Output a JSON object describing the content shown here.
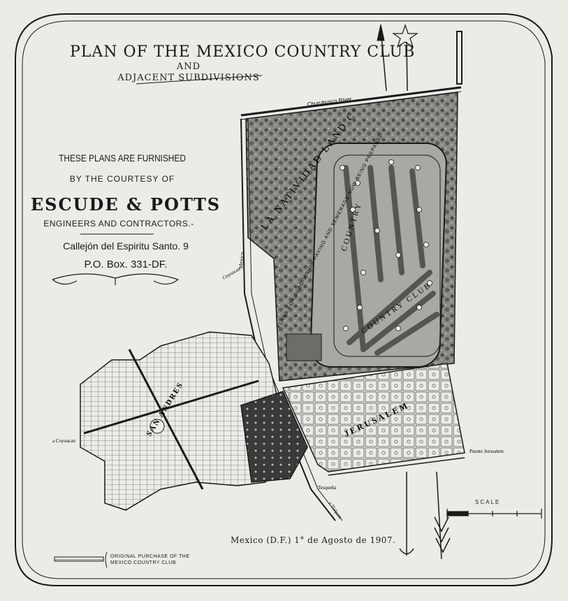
{
  "title": {
    "main": "PLAN OF THE MEXICO COUNTRY CLUB",
    "and": "AND",
    "sub": "ADJACENT SUBDIVISIONS"
  },
  "credits": {
    "line1": "THESE PLANS ARE FURNISHED",
    "line2": "BY THE COURTESY OF",
    "firm": "ESCUDE & POTTS",
    "profession": "ENGINEERS AND CONTRACTORS.-",
    "address": "Callejón del Espiritu Santo. 9",
    "po_box": "P.O. Box. 331-DF."
  },
  "map_labels": {
    "river": "Churubusco River",
    "land_company": "LA NATIVIDAD LAND C°",
    "plans_note": "PLANS FOR SUBDIVISION PAVING AND SEWERAGE NOW BEING PREPARED",
    "country_club_a": "COUNTRY",
    "country_club_b": "COUNTRY CLUB",
    "road_mexico": "Mexico",
    "coyoacan_top": "Coyoacan",
    "coyoacan_left": "a Coyoacan",
    "tlalpam": "a Tlalpam",
    "puente": "Puente Jerusalem",
    "tesquena": "Tesqueña",
    "district_left": "SAN ANDRES",
    "district_right": "JERUSALEM"
  },
  "date": "Mexico (D.F.) 1° de Agosto de 1907.",
  "legend": {
    "line1": "ORIGINAL PURCHASE OF THE",
    "line2": "MEXICO COUNTRY CLUB"
  },
  "scale": {
    "label": "SCALE"
  },
  "colors": {
    "paper": "#ecebe6",
    "ink": "#1a1a1a",
    "dark_fill": "#3a3a3a",
    "mottled": "#6d6d68"
  }
}
